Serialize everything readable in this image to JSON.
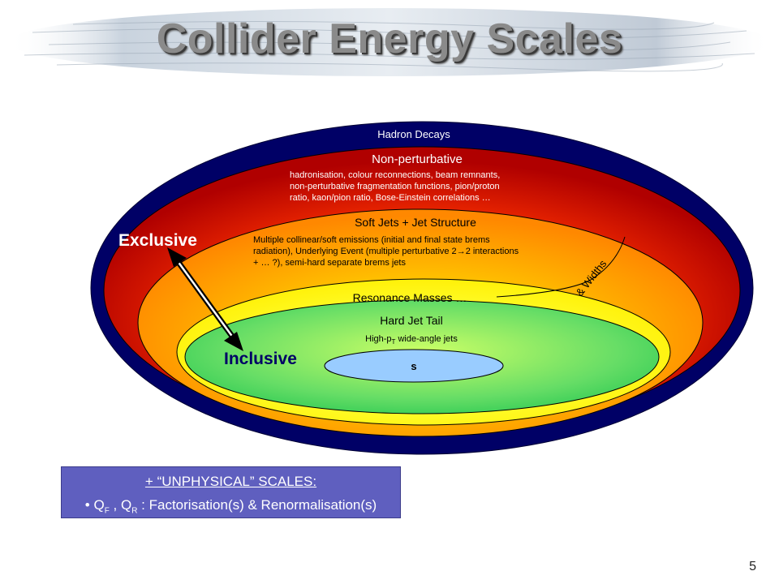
{
  "slide": {
    "title": "Collider Energy Scales",
    "page_number": "5"
  },
  "layers": {
    "hadron_decays": "Hadron Decays",
    "nonpert_title": "Non-perturbative",
    "nonpert_line1": "hadronisation, colour reconnections, beam remnants,",
    "nonpert_line2": "non-perturbative fragmentation functions, pion/proton",
    "nonpert_line3": "ratio, kaon/pion ratio, Bose-Einstein correlations …",
    "soft_title": "Soft Jets + Jet Structure",
    "soft_line1": "Multiple collinear/soft emissions (initial and final state brems",
    "soft_line2a": "radiation), Underlying Event (multiple perturbative 2",
    "soft_line2_arrow": "→",
    "soft_line2b": "2 interactions",
    "soft_line3": "+ … ?), semi-hard separate brems jets",
    "resonance": "Resonance Masses …",
    "widths": "& Widths",
    "hard_title": "Hard Jet Tail",
    "hard_sub_a": "High-p",
    "hard_sub_t": "T",
    "hard_sub_b": " wide-angle jets",
    "core": "s"
  },
  "axis": {
    "exclusive": "Exclusive",
    "inclusive": "Inclusive"
  },
  "note": {
    "title": "+ “UNPHYSICAL” SCALES:",
    "bullet": "• ",
    "qf": "Q",
    "qf_sub": "F",
    "sep": " , ",
    "qr": "Q",
    "qr_sub": "R",
    "rest": " : Factorisation(s) & Renormalisation(s)"
  },
  "colors": {
    "outer_navy": "#000066",
    "red": "#c00000",
    "orange": "#ff9900",
    "yellow": "#ffff00",
    "green": "#66dd66",
    "core_blue": "#99ccff",
    "note_box": "#5f5fbf"
  }
}
